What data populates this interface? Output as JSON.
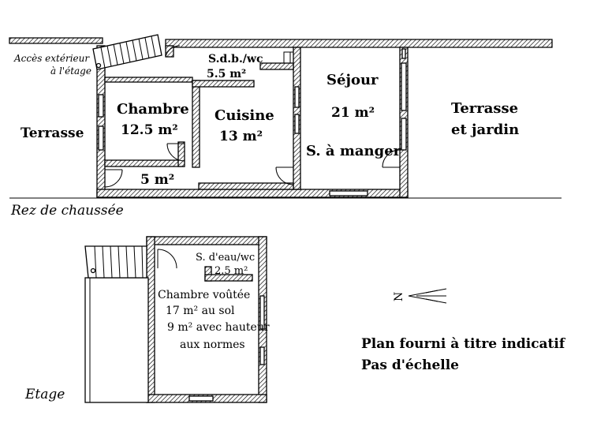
{
  "ground_floor": {
    "title": "Rez de chaussée",
    "access_line1": "Accès extérieur",
    "access_line2": "à l'étage",
    "terrace": "Terrasse",
    "bedroom": "Chambre",
    "bedroom_area": "12.5 m²",
    "bathroom": "S.d.b./wc",
    "bathroom_area": "5.5 m²",
    "kitchen": "Cuisine",
    "kitchen_area": "13 m²",
    "hall_area": "5 m²",
    "living": "Séjour",
    "living_area": "21 m²",
    "dining": "S. à manger",
    "garden_line1": "Terrasse",
    "garden_line2": "et jardin"
  },
  "upper_floor": {
    "title": "Etage",
    "shower": "S. d'eau/wc",
    "shower_area": "2.5 m²",
    "room_line1": "Chambre voûtée",
    "room_line2": "17 m² au sol",
    "room_line3": "9 m² avec hauteur",
    "room_line4": "aux normes"
  },
  "notes": {
    "line1": "Plan fourni à titre indicatif",
    "line2": "Pas d'échelle"
  },
  "compass": {
    "letter": "N"
  }
}
